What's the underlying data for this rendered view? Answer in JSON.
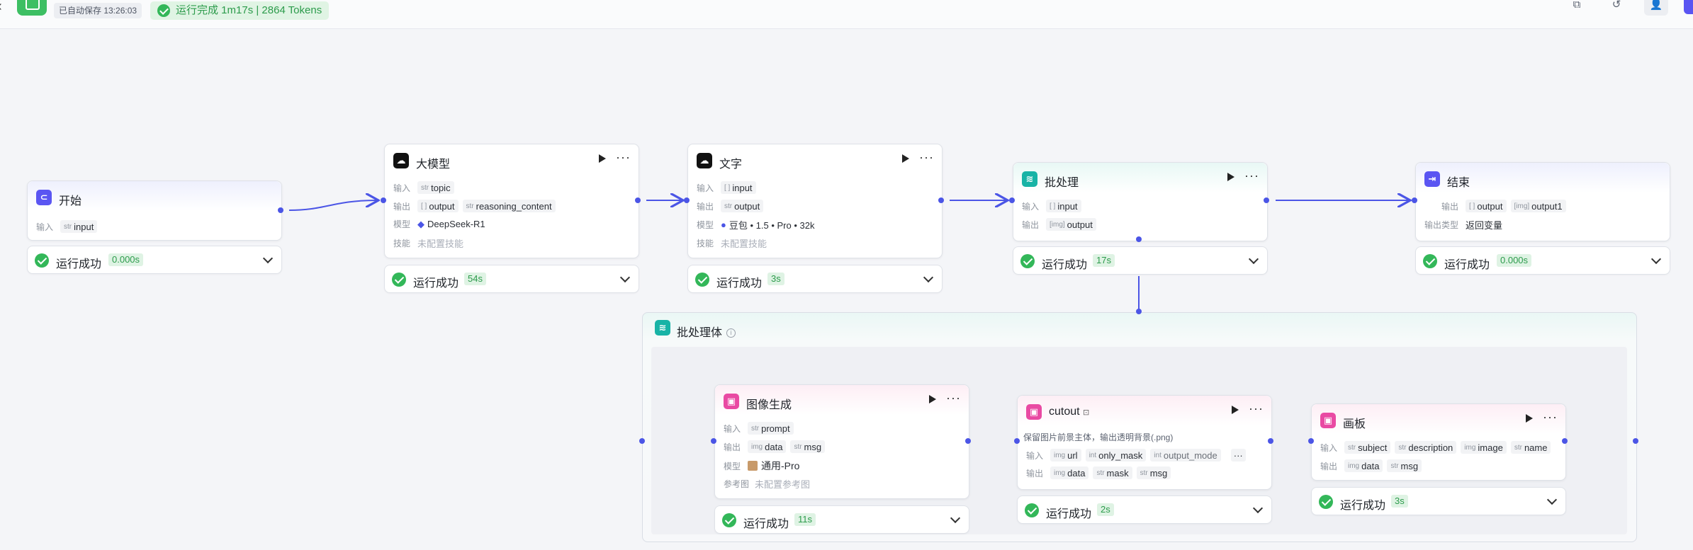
{
  "header": {
    "autosave": "已自动保存 13:26:03",
    "run_status": "运行完成 1m17s | 2864 Tokens"
  },
  "labels": {
    "input": "输入",
    "output": "输出",
    "model": "模型",
    "skill": "技能",
    "skill_none": "未配置技能",
    "ref": "参考图",
    "ref_none": "未配置参考图",
    "output_type": "输出类型",
    "success": "运行成功"
  },
  "nodes": {
    "start": {
      "title": "开始",
      "inputs": [
        {
          "type": "str",
          "name": "input"
        }
      ],
      "time": "0.000s"
    },
    "llm": {
      "title": "大模型",
      "inputs": [
        {
          "type": "str",
          "name": "topic"
        }
      ],
      "outputs": [
        {
          "type": "[ ]",
          "name": "output"
        },
        {
          "type": "str",
          "name": "reasoning_content"
        }
      ],
      "model": "DeepSeek-R1",
      "time": "54s"
    },
    "text": {
      "title": "文字",
      "inputs": [
        {
          "type": "[ ]",
          "name": "input"
        }
      ],
      "outputs": [
        {
          "type": "str",
          "name": "output"
        }
      ],
      "model": "豆包 • 1.5 • Pro • 32k",
      "time": "3s"
    },
    "batch": {
      "title": "批处理",
      "inputs": [
        {
          "type": "[ ]",
          "name": "input"
        }
      ],
      "outputs": [
        {
          "type": "[img]",
          "name": "output"
        }
      ],
      "time": "17s"
    },
    "end": {
      "title": "结束",
      "outputs": [
        {
          "type": "[ ]",
          "name": "output"
        },
        {
          "type": "[img]",
          "name": "output1"
        }
      ],
      "output_type_value": "返回变量",
      "time": "0.000s"
    },
    "group": {
      "title": "批处理体"
    },
    "imagegen": {
      "title": "图像生成",
      "inputs": [
        {
          "type": "str",
          "name": "prompt"
        }
      ],
      "outputs": [
        {
          "type": "img",
          "name": "data"
        },
        {
          "type": "str",
          "name": "msg"
        }
      ],
      "model": "通用-Pro",
      "time": "11s"
    },
    "cutout": {
      "title": "cutout",
      "desc": "保留图片前景主体，输出透明背景(.png)",
      "inputs": [
        {
          "type": "img",
          "name": "url"
        },
        {
          "type": "int",
          "name": "only_mask"
        },
        {
          "type": "int",
          "name": "output_mode"
        }
      ],
      "outputs": [
        {
          "type": "img",
          "name": "data"
        },
        {
          "type": "str",
          "name": "mask"
        },
        {
          "type": "str",
          "name": "msg"
        }
      ],
      "time": "2s"
    },
    "canvas": {
      "title": "画板",
      "inputs": [
        {
          "type": "str",
          "name": "subject"
        },
        {
          "type": "str",
          "name": "description"
        },
        {
          "type": "img",
          "name": "image"
        },
        {
          "type": "str",
          "name": "name"
        }
      ],
      "outputs": [
        {
          "type": "img",
          "name": "data"
        },
        {
          "type": "str",
          "name": "msg"
        }
      ],
      "time": "3s"
    }
  },
  "colors": {
    "accent": "#4b55e6",
    "success": "#33b759",
    "batch_icon": "#18b3a6",
    "image_icon": "#e94aa3"
  },
  "icons": {
    "back": "chevron-left-icon",
    "start": "start-icon",
    "llm": "llm-icon",
    "batch": "layers-icon",
    "end": "exit-icon",
    "image": "image-icon"
  }
}
